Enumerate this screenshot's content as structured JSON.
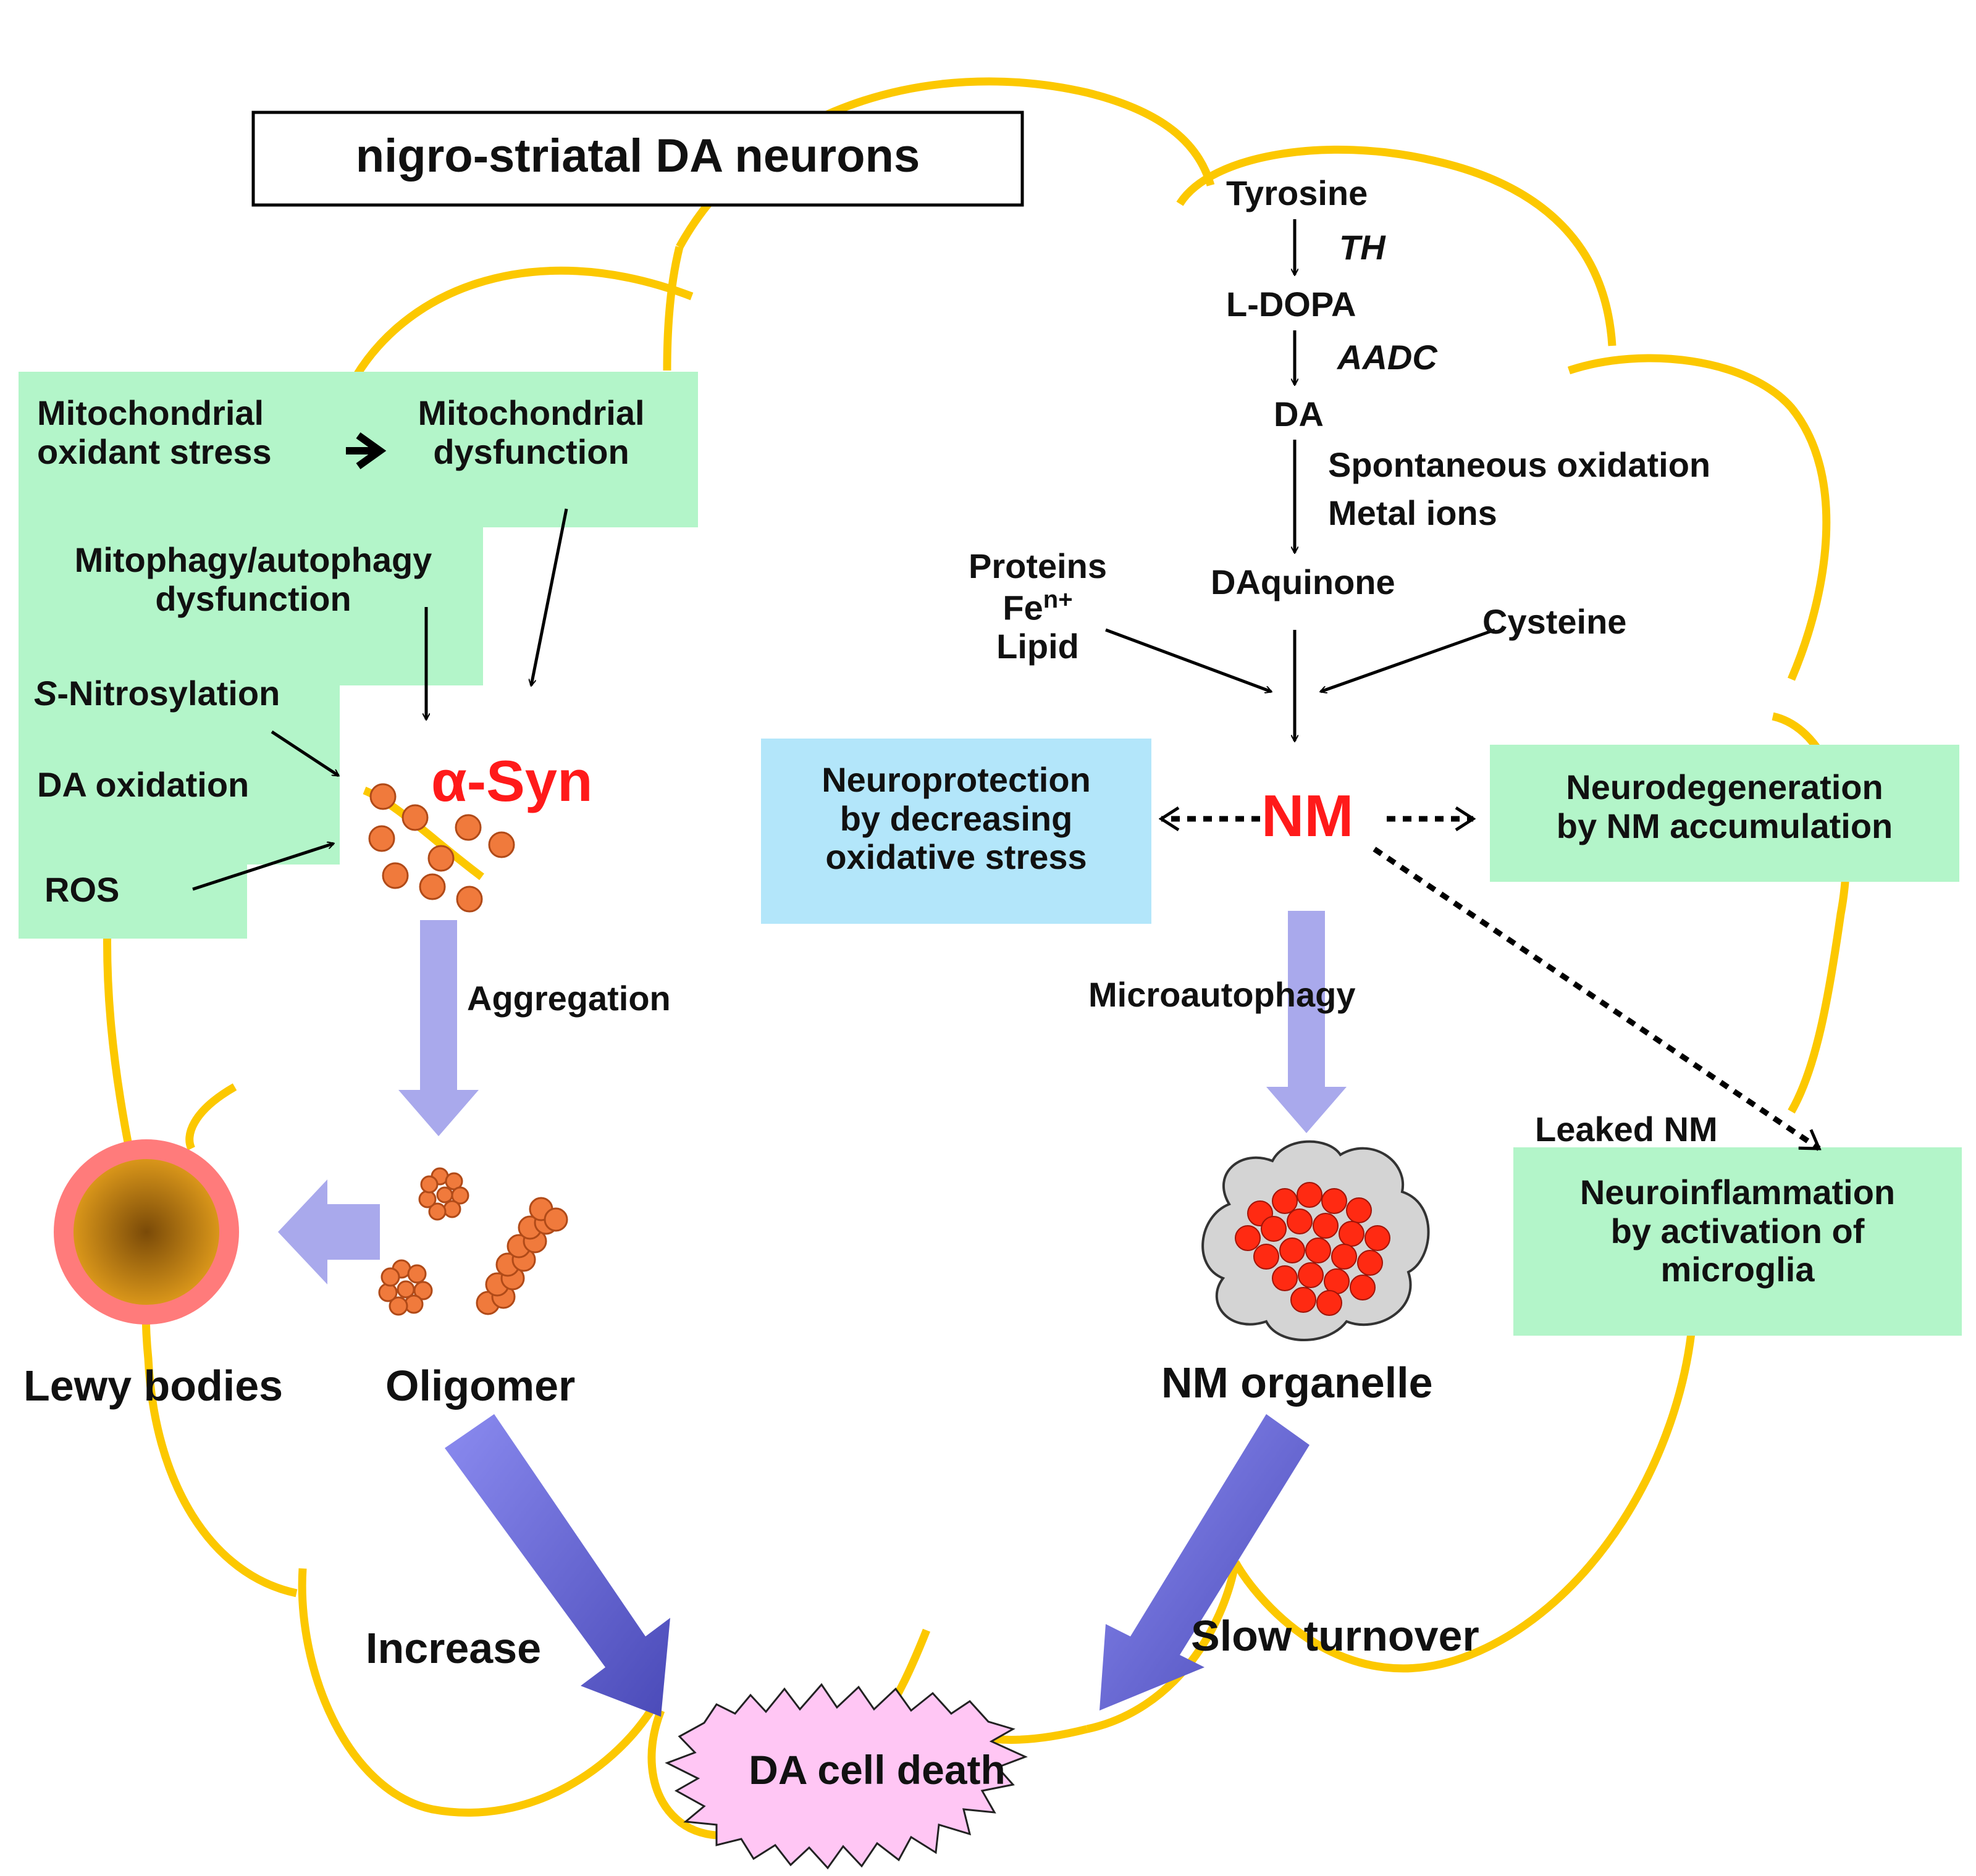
{
  "title": "nigro-striatal DA neurons",
  "left": {
    "mito_stress": [
      "Mitochondrial",
      "oxidant stress"
    ],
    "mito_dysfunction": [
      "Mitochondrial",
      "dysfunction"
    ],
    "mitophagy": [
      "Mitophagy/autophagy",
      "dysfunction"
    ],
    "nitro_prefix": "S",
    "nitro_suffix": "-Nitrosylation",
    "da_oxidation": "DA oxidation",
    "ros": "ROS",
    "asyn": "α-Syn",
    "aggregation": "Aggregation",
    "lewy": "Lewy bodies",
    "oligomer": "Oligomer",
    "increase": "Increase"
  },
  "right": {
    "tyrosine": "Tyrosine",
    "th": "TH",
    "ldopa": "L-DOPA",
    "aadc": "AADC",
    "da": "DA",
    "spontaneous": "Spontaneous oxidation",
    "metal": "Metal ions",
    "daquinone": "DAquinone",
    "proteins": "Proteins",
    "fe": "Fe",
    "fe_sup": "n+",
    "lipid": "Lipid",
    "cysteine": "Cysteine",
    "nm": "NM",
    "neuroprotection": [
      "Neuroprotection",
      "by decreasing",
      "oxidative stress"
    ],
    "neurodegeneration": [
      "Neurodegeneration",
      "by NM accumulation"
    ],
    "microautophagy": "Microautophagy",
    "leaked": "Leaked NM",
    "neuroinflammation": [
      "Neuroinflammation",
      "by activation of",
      "microglia"
    ],
    "nm_organelle": "NM organelle",
    "slow_turnover": "Slow turnover"
  },
  "death": "DA cell death",
  "colors": {
    "membrane": "#fcc800",
    "green_box": "#b3f5c9",
    "blue_box": "#b3e6fa",
    "big_arrow_light": "#a9a9ec",
    "big_arrow_dark": "#5a5ad0",
    "death_fill": "#ffc6f4",
    "red_text": "#ff1a1a"
  }
}
